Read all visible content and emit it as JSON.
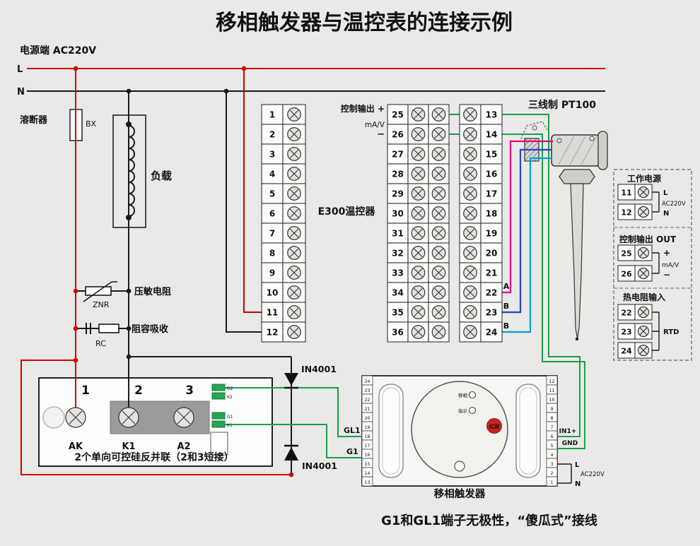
{
  "title": "移相触发器与温控表的连接示例",
  "caption": "G1和GL1端子无极性，“傻瓜式”接线",
  "power": {
    "label": "电源端  AC220V",
    "l": "L",
    "n": "N"
  },
  "fuse": {
    "label": "溶断器",
    "code": "BX"
  },
  "load": {
    "label": "负载"
  },
  "varistor": {
    "label": "压敏电阻",
    "code": "ZNR"
  },
  "snubber": {
    "label": "阻容吸收",
    "code": "RC"
  },
  "diodes": {
    "top": "IN4001",
    "bottom": "IN4001"
  },
  "scr": {
    "terminals": [
      "1",
      "2",
      "3"
    ],
    "pads": [
      "AK",
      "K1",
      "A2"
    ],
    "indicators": [
      "G2",
      "K2",
      "G1",
      "K1"
    ],
    "note": "2个单向可控硅反并联（2和3短接）"
  },
  "e300": {
    "label": "E300温控器",
    "left_terminals": [
      "1",
      "2",
      "3",
      "4",
      "5",
      "6",
      "7",
      "8",
      "9",
      "10",
      "11",
      "12"
    ],
    "mid_terminals": [
      "25",
      "26",
      "27",
      "28",
      "29",
      "30",
      "31",
      "32",
      "33",
      "34",
      "35",
      "36"
    ],
    "right_terminals": [
      "13",
      "14",
      "15",
      "16",
      "17",
      "18",
      "19",
      "20",
      "21",
      "22",
      "23",
      "24"
    ],
    "output_label": "控制输出 +",
    "output_unit": "mA/V",
    "output_minus": "−",
    "wire_labels": [
      "A",
      "B",
      "B"
    ]
  },
  "pt100": {
    "label": "三线制 PT100"
  },
  "panel": {
    "sections": [
      {
        "title": "工作电源",
        "terminals": [
          "11",
          "12"
        ],
        "labels": [
          "L",
          "AC220V",
          "N"
        ]
      },
      {
        "title": "控制输出 OUT",
        "terminals": [
          "25",
          "26"
        ],
        "labels": [
          "+",
          "mA/V",
          "−"
        ]
      },
      {
        "title": "热电阻输入",
        "terminals": [
          "22",
          "23",
          "24"
        ],
        "labels": [
          "RTD"
        ]
      }
    ]
  },
  "trigger": {
    "label": "移相触发器",
    "left_terminals": [
      "24",
      "23",
      "22",
      "21",
      "20",
      "19",
      "18",
      "17",
      "16",
      "15",
      "14",
      "13"
    ],
    "right_terminals": [
      "12",
      "11",
      "10",
      "9",
      "8",
      "7",
      "6",
      "5",
      "4",
      "3",
      "2",
      "1"
    ],
    "gate_labels": {
      "gl1": "GL1",
      "g1": "G1"
    },
    "right_labels": {
      "in1": "IN1+",
      "gnd": "GND",
      "l": "L",
      "ac": "AC220V",
      "n": "N"
    },
    "badge": "红润",
    "inner_labels": [
      "移相",
      "指示"
    ]
  },
  "colors": {
    "line_red": "#d40000",
    "line_black": "#1a1a1a",
    "wire_green": "#1a9e4b",
    "wire_magenta": "#e6007e",
    "wire_blue": "#2244cc",
    "wire_cyan": "#00a0dd",
    "badge_red": "#cc2020"
  }
}
